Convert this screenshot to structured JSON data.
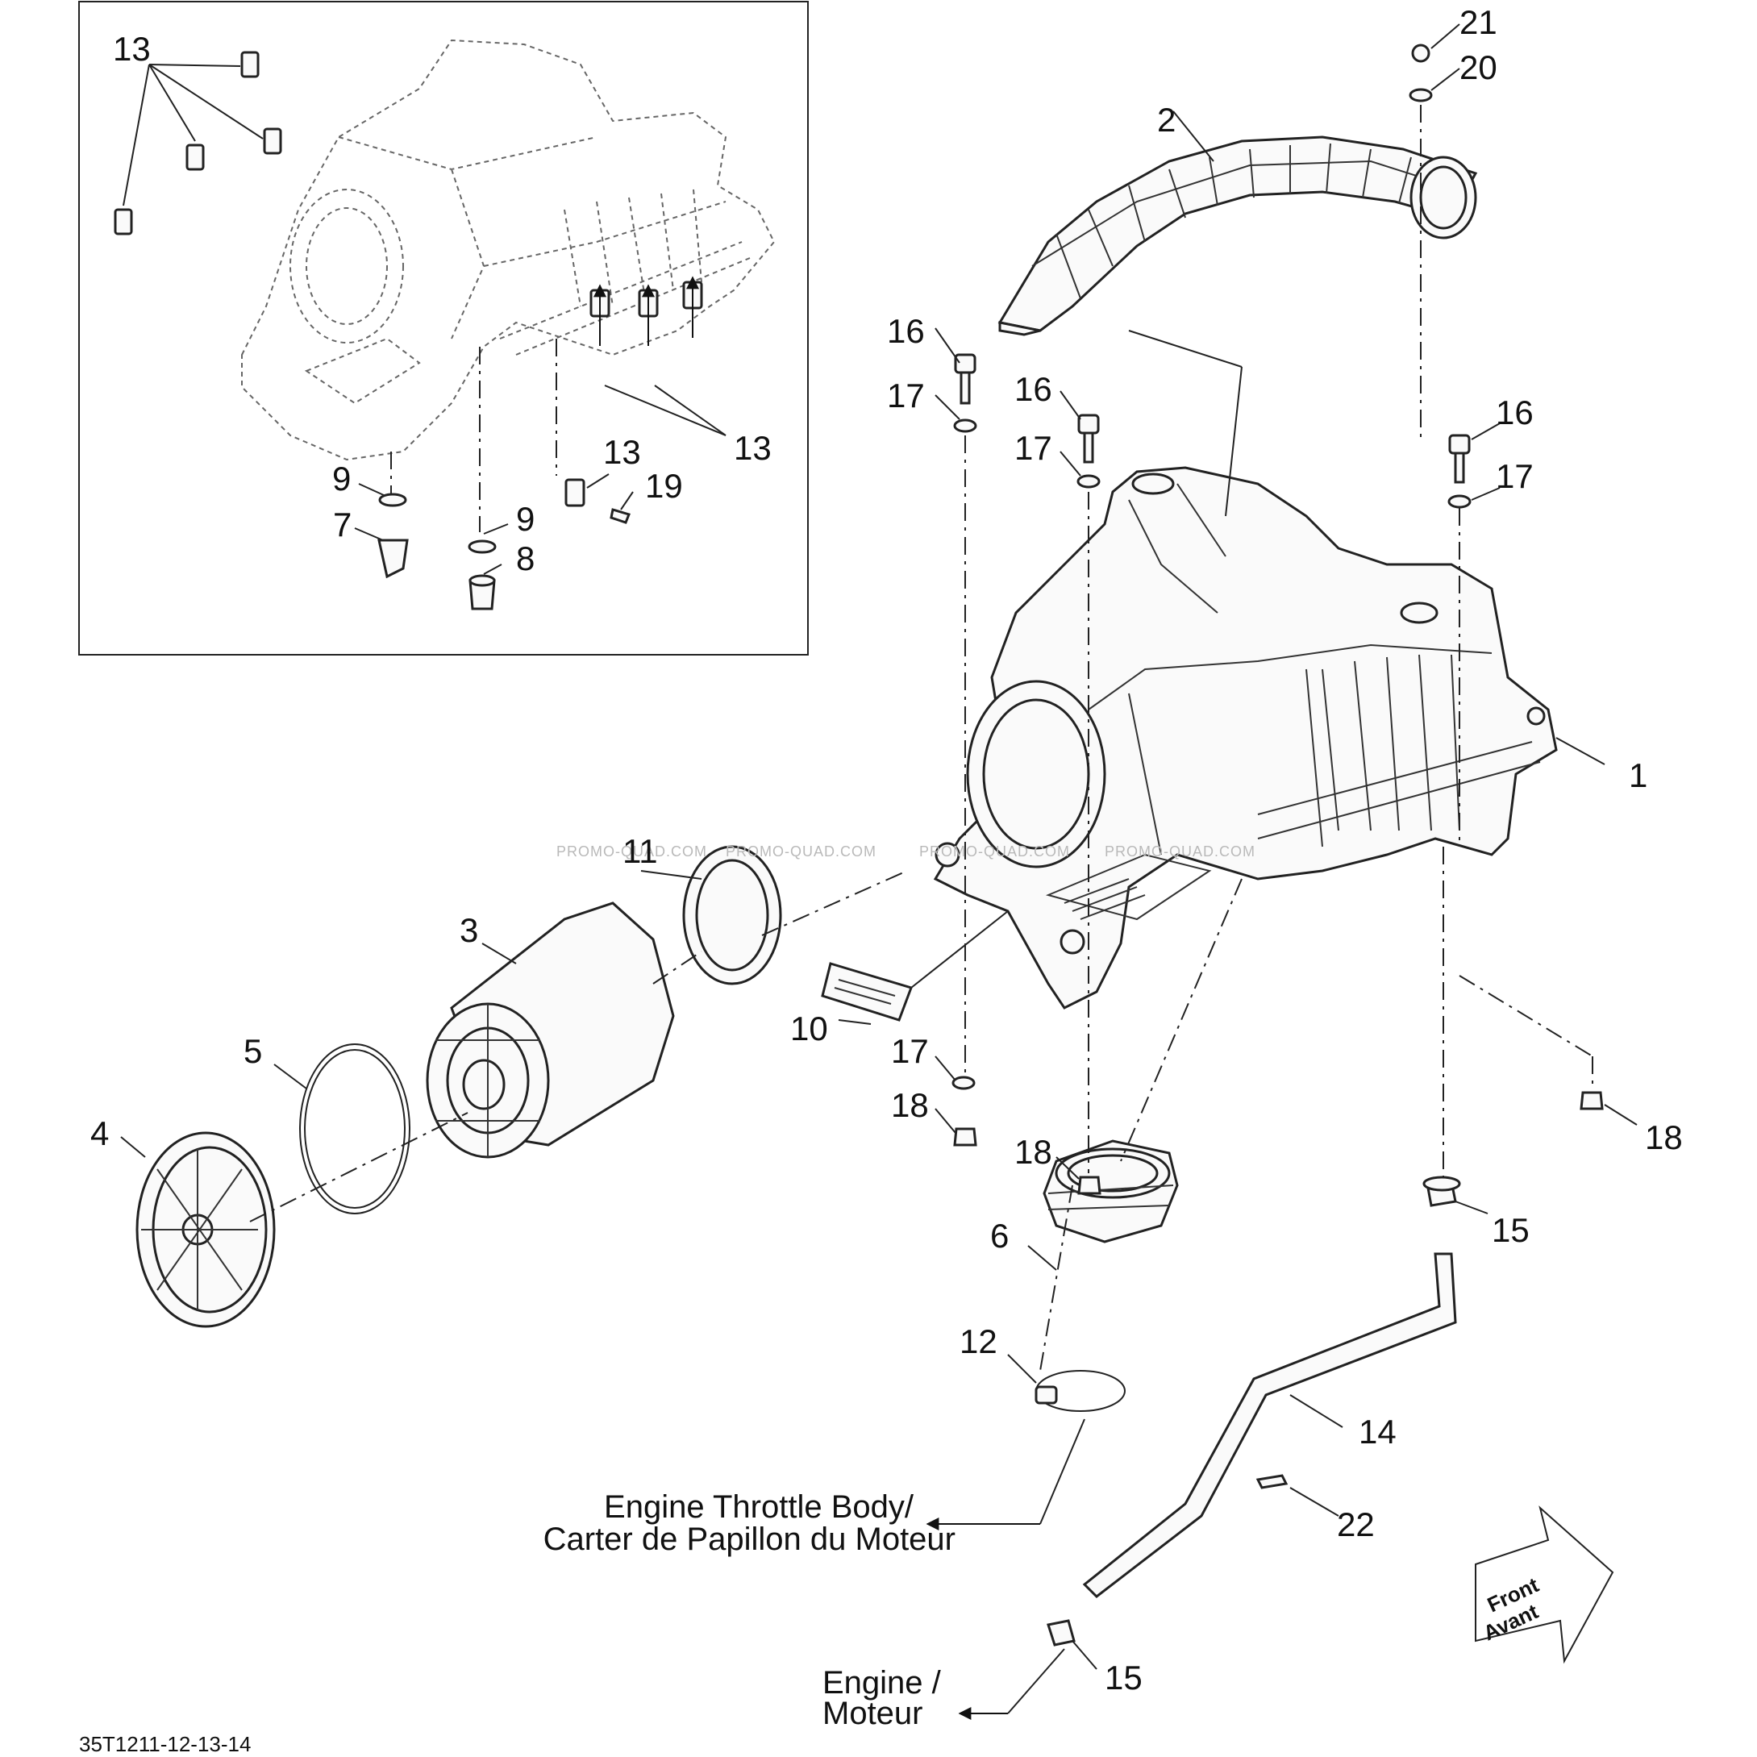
{
  "diagram": {
    "part_numbers": [
      "1",
      "2",
      "3",
      "4",
      "5",
      "6",
      "7",
      "8",
      "9",
      "10",
      "11",
      "12",
      "13",
      "14",
      "15",
      "16",
      "17",
      "18",
      "19",
      "20",
      "21",
      "22"
    ],
    "labels": {
      "throttle_body": [
        "Engine Throttle Body/",
        "Carter de Papillon du Moteur"
      ],
      "engine": [
        "Engine /",
        "Moteur"
      ],
      "front": [
        "Front",
        "Avant"
      ],
      "drawing_code": "35T1211-12-13-14",
      "watermark": "PROMO-QUAD.COM"
    }
  }
}
